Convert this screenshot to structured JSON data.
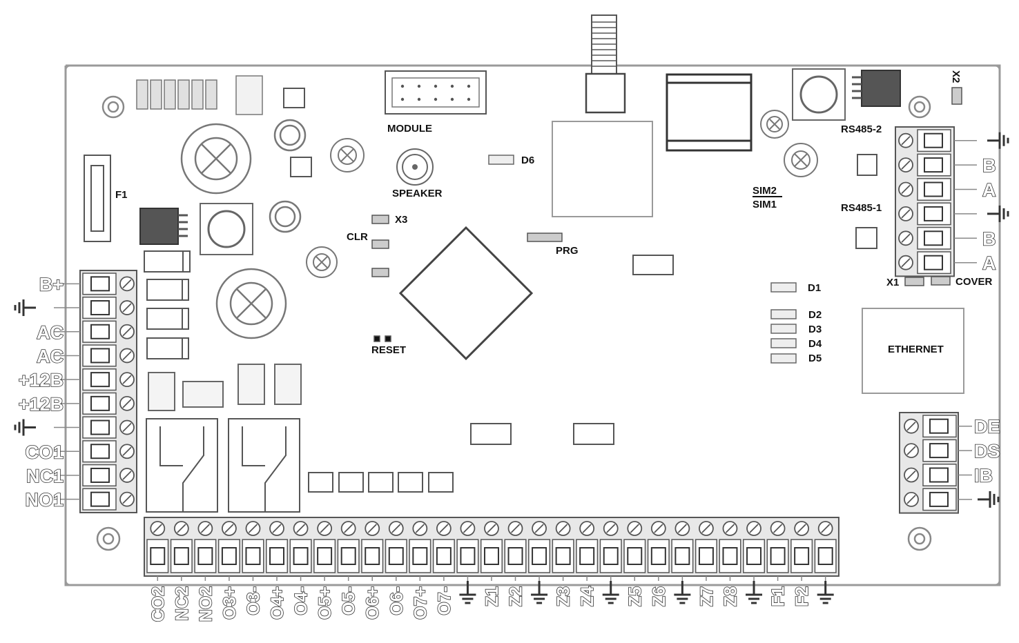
{
  "labels": {
    "module": "MODULE",
    "speaker": "SPEAKER",
    "d6": "D6",
    "f1": "F1",
    "x3": "X3",
    "clr": "CLR",
    "prg": "PRG",
    "reset": "RESET",
    "sim2": "SIM2",
    "sim1": "SIM1",
    "rs485_2": "RS485-2",
    "rs485_1": "RS485-1",
    "x2": "X2",
    "x1": "X1",
    "cover": "COVER",
    "ethernet": "ETHERNET",
    "d1": "D1",
    "d2": "D2",
    "d3": "D3",
    "d4": "D4",
    "d5": "D5"
  },
  "left_terminals": [
    "B+",
    "GND",
    "AC",
    "AC",
    "+12B",
    "+12B",
    "GND",
    "CO1",
    "NC1",
    "NO1"
  ],
  "rs485_terminals": [
    "GND",
    "B",
    "A",
    "GND",
    "B",
    "A"
  ],
  "right_terminals": [
    "DE",
    "DS",
    "IB",
    "GND"
  ],
  "bottom_terminals": [
    "CO2",
    "NC2",
    "NO2",
    "O3+",
    "O3-",
    "O4+",
    "O4-",
    "O5+",
    "O5-",
    "O6+",
    "O6-",
    "O7+",
    "O7-",
    "GND",
    "Z1",
    "Z2",
    "GND",
    "Z3",
    "Z4",
    "GND",
    "Z5",
    "Z6",
    "GND",
    "Z7",
    "Z8",
    "GND",
    "F1",
    "F2",
    "GND"
  ]
}
